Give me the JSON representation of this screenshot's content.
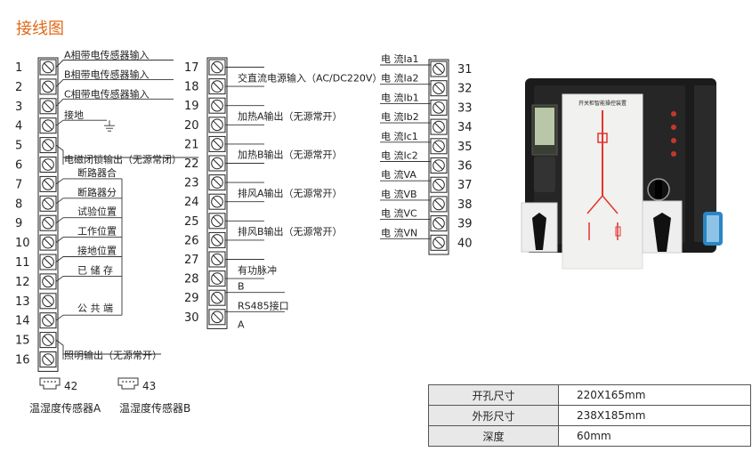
{
  "title": "接线图",
  "colors": {
    "title": "#e06a1a"
  },
  "left_block": [
    {
      "n": "1",
      "label": "A相带电传感器输入"
    },
    {
      "n": "2",
      "label": "B相带电传感器输入"
    },
    {
      "n": "3",
      "label": "C相带电传感器输入"
    },
    {
      "n": "4",
      "label": "接地"
    },
    {
      "n": "5",
      "label": ""
    },
    {
      "n": "6",
      "label": "电磁闭锁输出（无源常闭）"
    },
    {
      "n": "7",
      "label": "断路器合"
    },
    {
      "n": "8",
      "label": "断路器分"
    },
    {
      "n": "9",
      "label": "试验位置"
    },
    {
      "n": "10",
      "label": "工作位置"
    },
    {
      "n": "11",
      "label": "接地位置"
    },
    {
      "n": "12",
      "label": "已 储 存"
    },
    {
      "n": "13",
      "label": ""
    },
    {
      "n": "14",
      "label": "公 共 端"
    },
    {
      "n": "15",
      "label": ""
    },
    {
      "n": "16",
      "label": "照明输出（无源常开）"
    }
  ],
  "mid_block": [
    {
      "n": "17",
      "label": ""
    },
    {
      "n": "18",
      "label": "交直流电源输入（AC/DC220V）"
    },
    {
      "n": "19",
      "label": ""
    },
    {
      "n": "20",
      "label": "加热A输出（无源常开）"
    },
    {
      "n": "21",
      "label": ""
    },
    {
      "n": "22",
      "label": "加热B输出（无源常开）"
    },
    {
      "n": "23",
      "label": ""
    },
    {
      "n": "24",
      "label": "排风A输出（无源常开）"
    },
    {
      "n": "25",
      "label": ""
    },
    {
      "n": "26",
      "label": "排风B输出（无源常开）"
    },
    {
      "n": "27",
      "label": ""
    },
    {
      "n": "28",
      "label": "有功脉冲"
    },
    {
      "n": "29",
      "label": "B"
    },
    {
      "n": "30",
      "label": "RS485接口"
    },
    {
      "n": "30b",
      "label": "A"
    }
  ],
  "right_block": [
    {
      "n": "31",
      "label": "电  流Ia1"
    },
    {
      "n": "32",
      "label": "电  流Ia2"
    },
    {
      "n": "33",
      "label": "电  流Ib1"
    },
    {
      "n": "34",
      "label": "电  流Ib2"
    },
    {
      "n": "35",
      "label": "电  流Ic1"
    },
    {
      "n": "36",
      "label": "电  流Ic2"
    },
    {
      "n": "37",
      "label": "电  流VA"
    },
    {
      "n": "38",
      "label": "电  流VB"
    },
    {
      "n": "39",
      "label": "电  流VC"
    },
    {
      "n": "40",
      "label": "电  流VN"
    }
  ],
  "connectors": [
    {
      "n": "42",
      "label": "温湿度传感器A"
    },
    {
      "n": "43",
      "label": "温湿度传感器B"
    }
  ],
  "device": {
    "panel_title": "开关柜智能操控装置"
  },
  "specs": [
    {
      "key": "开孔尺寸",
      "value": "220X165mm"
    },
    {
      "key": "外形尺寸",
      "value": "238X185mm"
    },
    {
      "key": "深度",
      "value": "60mm"
    }
  ]
}
